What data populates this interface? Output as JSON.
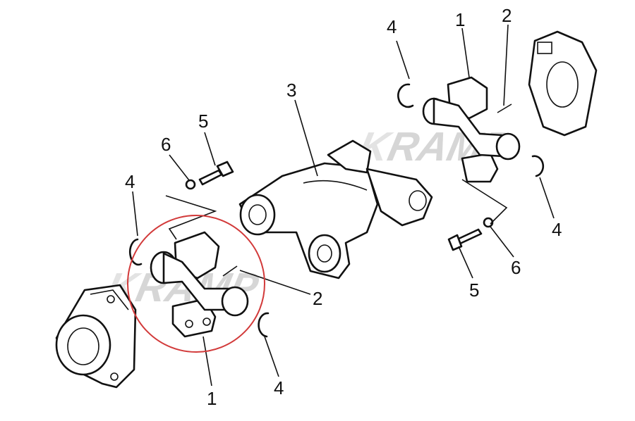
{
  "diagram": {
    "watermark": "KRAMP",
    "highlight_color": "#d23a3a",
    "labels": {
      "top_snap_ring": "4",
      "top_spider": "1",
      "top_grease_fitting": "2",
      "shaft": "3",
      "left_bolt": "5",
      "left_washer": "6",
      "left_snap_ring_upper": "4",
      "left_grease_fitting": "2",
      "left_spider": "1",
      "left_snap_ring_lower": "4",
      "right_snap_ring": "4",
      "right_washer": "6",
      "right_bolt": "5"
    }
  }
}
